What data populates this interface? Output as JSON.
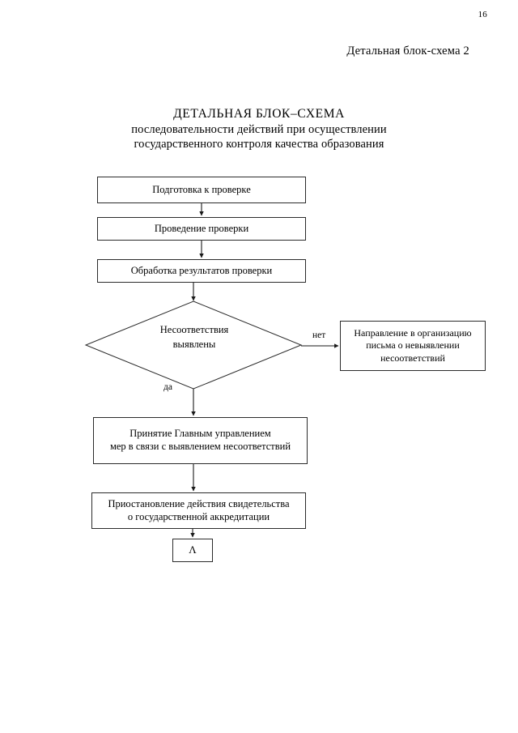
{
  "document": {
    "page_number": "16",
    "header": "Детальная блок-схема 2",
    "title": {
      "line1": "ДЕТАЛЬНАЯ БЛОК–СХЕМА",
      "line2": "последовательности действий при осуществлении",
      "line3": "государственного контроля качества образования"
    }
  },
  "chart_data": {
    "type": "diagram",
    "subtype": "flowchart",
    "title": "ДЕТАЛЬНАЯ БЛОК–СХЕМА последовательности действий при осуществлении государственного контроля качества образования",
    "orientation": "top-to-bottom",
    "nodes": [
      {
        "id": "prep",
        "shape": "process",
        "label": "Подготовка к проверке"
      },
      {
        "id": "inspect",
        "shape": "process",
        "label": "Проведение проверки"
      },
      {
        "id": "process",
        "shape": "process",
        "label": "Обработка результатов проверки"
      },
      {
        "id": "decision",
        "shape": "decision",
        "label_line1": "Несоответствия",
        "label_line2": "выявлены"
      },
      {
        "id": "letter",
        "shape": "process",
        "label_line1": "Направление в организацию",
        "label_line2": "письма о невыявлении",
        "label_line3": "несоответствий"
      },
      {
        "id": "measures",
        "shape": "process",
        "label_line1": "Принятие Главным управлением",
        "label_line2": "мер в связи с выявлением несоответствий"
      },
      {
        "id": "suspend",
        "shape": "process",
        "label_line1": "Приостановление действия свидетельства",
        "label_line2": "о государственной аккредитации"
      },
      {
        "id": "end",
        "shape": "process",
        "label": "Λ"
      }
    ],
    "edges": [
      {
        "from": "prep",
        "to": "inspect",
        "label": ""
      },
      {
        "from": "inspect",
        "to": "process",
        "label": ""
      },
      {
        "from": "process",
        "to": "decision",
        "label": ""
      },
      {
        "from": "decision",
        "to": "letter",
        "label": "нет"
      },
      {
        "from": "decision",
        "to": "measures",
        "label": "да"
      },
      {
        "from": "measures",
        "to": "suspend",
        "label": ""
      },
      {
        "from": "suspend",
        "to": "end",
        "label": ""
      }
    ],
    "edge_labels": {
      "no": "нет",
      "yes": "да"
    },
    "colors": {
      "stroke": "#2b2b2b",
      "fill": "#ffffff",
      "text": "#000000",
      "background": "#ffffff"
    }
  }
}
